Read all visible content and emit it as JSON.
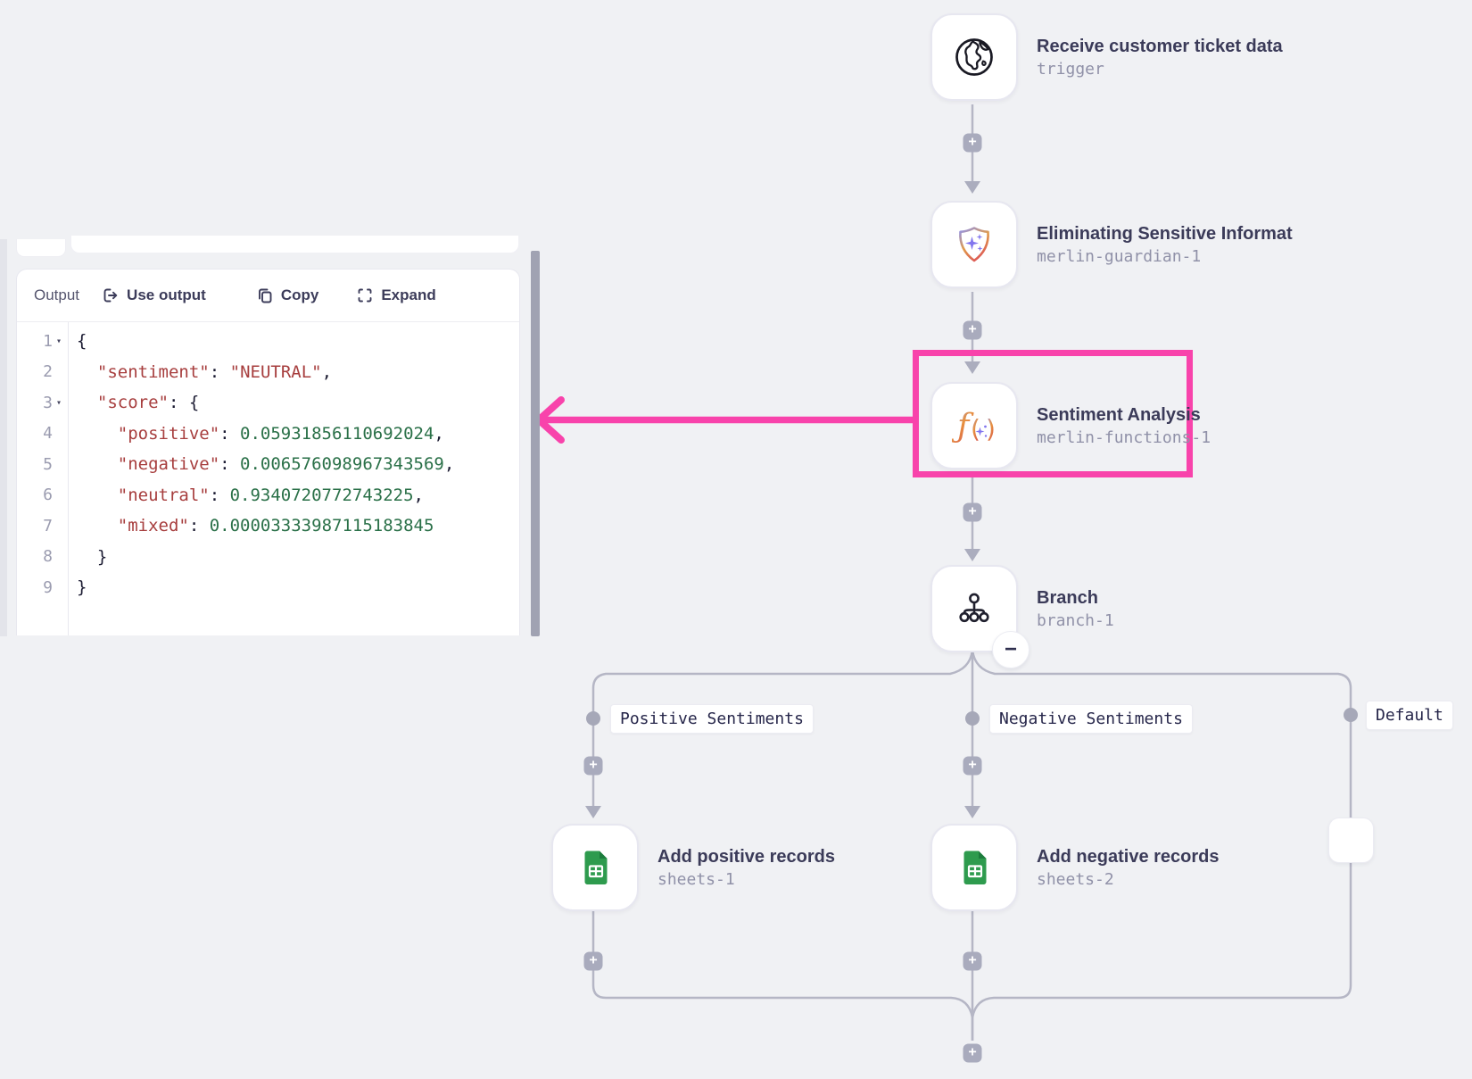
{
  "glyphs": {
    "plus": "+",
    "minus": "−",
    "fold_caret": "▾"
  },
  "colors": {
    "canvas": "#f0f1f4",
    "annotation_pink": "#f843ab",
    "connector_gray": "#b5b6c5",
    "sheets_green": "#2e9b4e",
    "json_key": "#a73e3e",
    "json_number": "#2a7048"
  },
  "output_panel": {
    "title": "Output",
    "actions": [
      {
        "label": "Use output",
        "icon": "use-output-icon"
      },
      {
        "label": "Copy",
        "icon": "copy-icon"
      },
      {
        "label": "Expand",
        "icon": "expand-icon"
      }
    ],
    "code": {
      "lines": [
        {
          "num": "1",
          "fold": true,
          "segments": [
            {
              "type": "punct",
              "text": "{"
            }
          ]
        },
        {
          "num": "2",
          "fold": false,
          "segments": [
            {
              "type": "punct",
              "text": "  "
            },
            {
              "type": "key",
              "text": "\"sentiment\""
            },
            {
              "type": "punct",
              "text": ": "
            },
            {
              "type": "string",
              "text": "\"NEUTRAL\""
            },
            {
              "type": "punct",
              "text": ","
            }
          ]
        },
        {
          "num": "3",
          "fold": true,
          "segments": [
            {
              "type": "punct",
              "text": "  "
            },
            {
              "type": "key",
              "text": "\"score\""
            },
            {
              "type": "punct",
              "text": ": {"
            }
          ]
        },
        {
          "num": "4",
          "fold": false,
          "segments": [
            {
              "type": "punct",
              "text": "    "
            },
            {
              "type": "key",
              "text": "\"positive\""
            },
            {
              "type": "punct",
              "text": ": "
            },
            {
              "type": "number",
              "text": "0.05931856110692024"
            },
            {
              "type": "punct",
              "text": ","
            }
          ]
        },
        {
          "num": "5",
          "fold": false,
          "segments": [
            {
              "type": "punct",
              "text": "    "
            },
            {
              "type": "key",
              "text": "\"negative\""
            },
            {
              "type": "punct",
              "text": ": "
            },
            {
              "type": "number",
              "text": "0.006576098967343569"
            },
            {
              "type": "punct",
              "text": ","
            }
          ]
        },
        {
          "num": "6",
          "fold": false,
          "segments": [
            {
              "type": "punct",
              "text": "    "
            },
            {
              "type": "key",
              "text": "\"neutral\""
            },
            {
              "type": "punct",
              "text": ": "
            },
            {
              "type": "number",
              "text": "0.9340720772743225"
            },
            {
              "type": "punct",
              "text": ","
            }
          ]
        },
        {
          "num": "7",
          "fold": false,
          "segments": [
            {
              "type": "punct",
              "text": "    "
            },
            {
              "type": "key",
              "text": "\"mixed\""
            },
            {
              "type": "punct",
              "text": ": "
            },
            {
              "type": "number",
              "text": "0.00003333987115183845"
            }
          ]
        },
        {
          "num": "8",
          "fold": false,
          "segments": [
            {
              "type": "punct",
              "text": "  }"
            }
          ]
        },
        {
          "num": "9",
          "fold": false,
          "segments": [
            {
              "type": "punct",
              "text": "}"
            }
          ]
        }
      ]
    }
  },
  "workflow": {
    "nodes": [
      {
        "title": "Receive customer ticket data",
        "subtitle": "trigger",
        "icon": "globe-icon"
      },
      {
        "title": "Eliminating Sensitive Informat",
        "subtitle": "merlin-guardian-1",
        "icon": "shield-sparkle-icon"
      },
      {
        "title": "Sentiment Analysis",
        "subtitle": "merlin-functions-1",
        "icon": "function-sparkle-icon",
        "highlighted": true
      },
      {
        "title": "Branch",
        "subtitle": "branch-1",
        "icon": "branch-icon"
      },
      {
        "title": "Add positive records",
        "subtitle": "sheets-1",
        "icon": "google-sheets-icon"
      },
      {
        "title": "Add negative records",
        "subtitle": "sheets-2",
        "icon": "google-sheets-icon"
      }
    ],
    "branch_labels": [
      "Positive Sentiments",
      "Negative Sentiments",
      "Default"
    ]
  }
}
